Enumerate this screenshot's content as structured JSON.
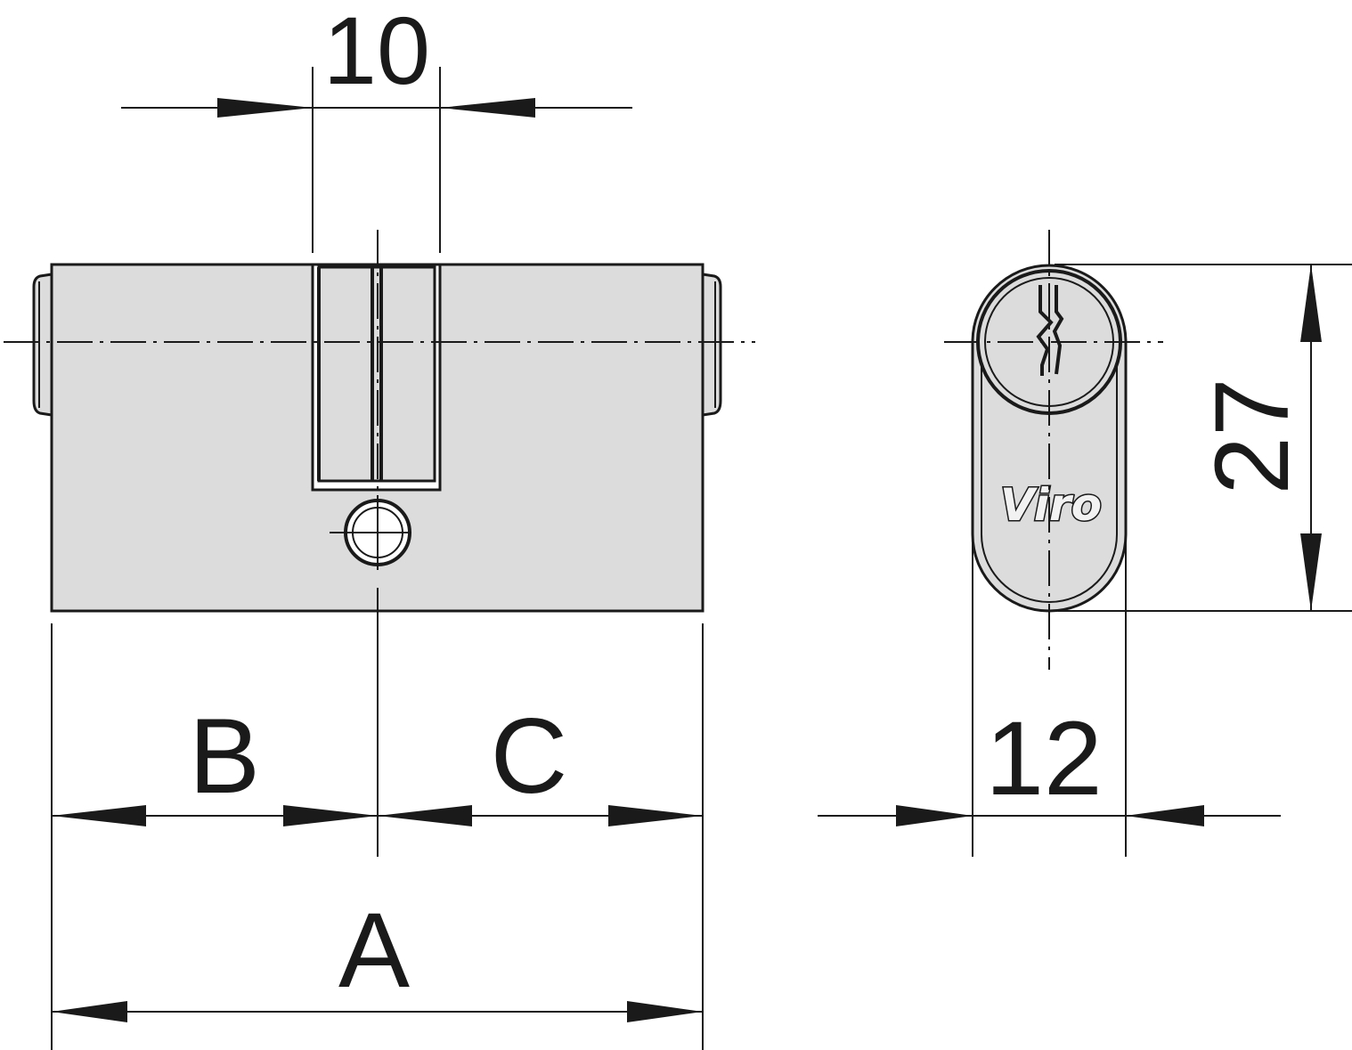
{
  "dimensions": {
    "cam_width": "10",
    "length_total": "A",
    "length_side_b": "B",
    "length_side_c": "C",
    "profile_height": "27",
    "profile_width": "12"
  },
  "brand": {
    "label": "Viro"
  },
  "colors": {
    "line": "#1a1a1a",
    "body_fill": "#dcdcdc",
    "background": "#ffffff"
  }
}
